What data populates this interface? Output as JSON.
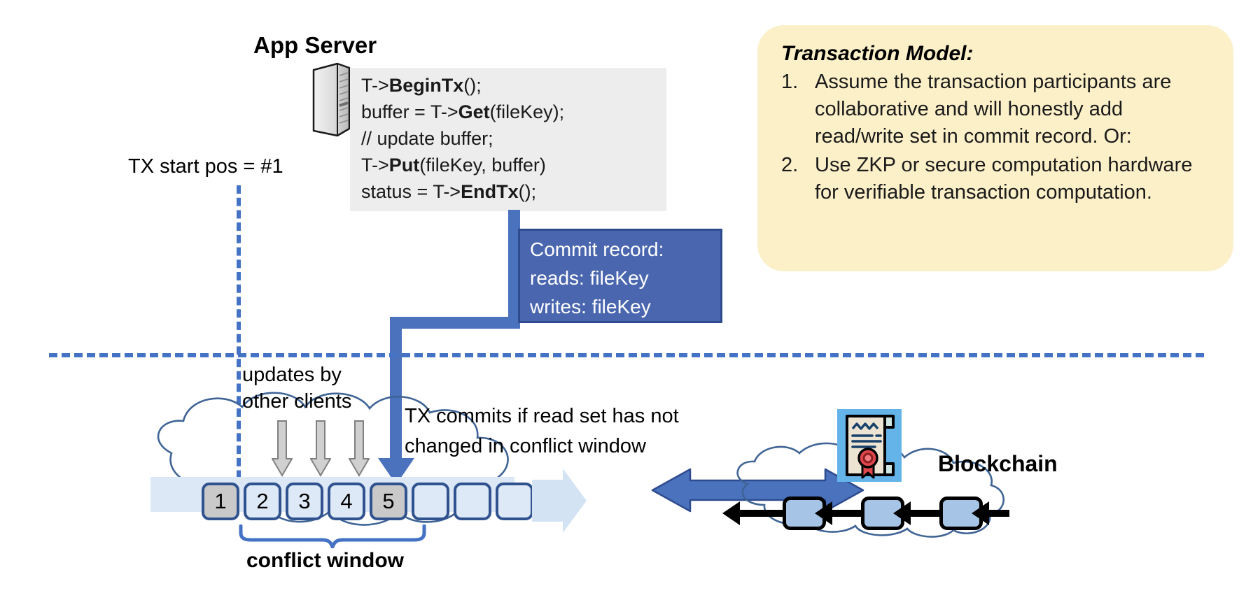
{
  "app_server": {
    "title": "App Server",
    "icon": "server-icon",
    "code": [
      {
        "plain1": "T->",
        "bold": "BeginTx",
        "plain2": "();"
      },
      {
        "plain1": "buffer = T->",
        "bold": "Get",
        "plain2": "(fileKey);"
      },
      {
        "plain1": "// update buffer;",
        "bold": "",
        "plain2": ""
      },
      {
        "plain1": "T->",
        "bold": "Put",
        "plain2": "(fileKey, buffer)"
      },
      {
        "plain1": "status = T->",
        "bold": "EndTx",
        "plain2": "();"
      }
    ]
  },
  "tx_start": {
    "label": "TX start pos = #1"
  },
  "commit_record": {
    "lines": [
      "Commit record:",
      "reads: fileKey",
      "writes: fileKey"
    ]
  },
  "transaction_model": {
    "title": "Transaction Model:",
    "items": [
      {
        "num": "1.",
        "text": "Assume the transaction participants are collaborative and will honestly add read/write set in commit record.  Or:"
      },
      {
        "num": "2.",
        "text": "Use ZKP or secure computation hardware for verifiable transaction computation."
      }
    ]
  },
  "ledger": {
    "updates_label_line1": "updates by",
    "updates_label_line2": "other clients",
    "tx_commits_line1": "TX commits if read set has not",
    "tx_commits_line2": "changed in conflict window",
    "conflict_window_label": "conflict window",
    "blocks": [
      {
        "label": "1",
        "state": "filled"
      },
      {
        "label": "2",
        "state": "empty"
      },
      {
        "label": "3",
        "state": "empty"
      },
      {
        "label": "4",
        "state": "empty"
      },
      {
        "label": "5",
        "state": "filled"
      },
      {
        "label": "",
        "state": "empty"
      },
      {
        "label": "",
        "state": "empty"
      },
      {
        "label": "",
        "state": "empty"
      }
    ]
  },
  "blockchain": {
    "label": "Blockchain",
    "icon": "certificate-icon",
    "block_count": 3
  },
  "colors": {
    "accent_blue": "#4472c4",
    "arrow_blue": "#4a72bd",
    "commit_box_fill": "#4a66ae",
    "commit_box_border": "#2f4b8f",
    "callout_yellow": "#fcf0c9",
    "code_box_gray": "#ededed",
    "block_filled_gray": "#c9c9c9",
    "block_empty_blue": "#dee9f7",
    "strip_blue": "#dde8f6",
    "cloud_stroke": "#3f6495",
    "bc_block_fill": "#a6c4e6",
    "cert_bg": "#64b4ea"
  }
}
